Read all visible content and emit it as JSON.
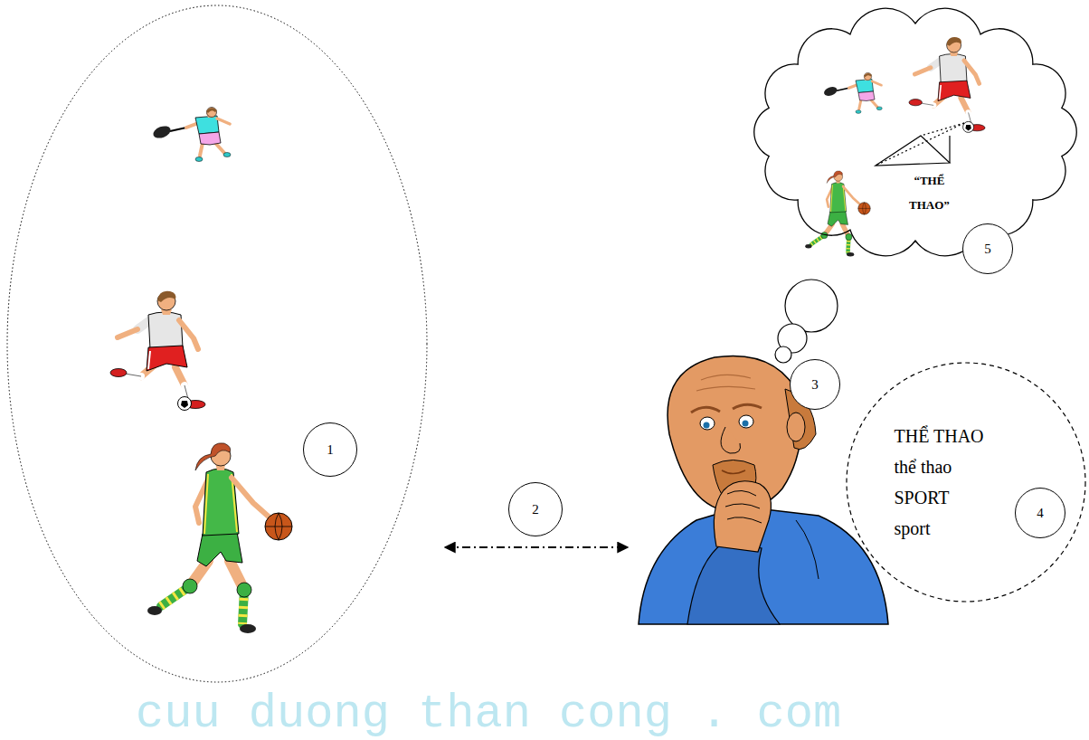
{
  "diagram": {
    "nodes": [
      {
        "text": [
          "“THỂ THAO”"
        ]
      },
      {
        "text": [
          "THỂ THAO",
          "thể thao",
          "SPORT",
          "sport"
        ]
      }
    ],
    "labels": [
      "1",
      "2",
      "3",
      "4",
      "5",
      "cuu duong than cong . com"
    ]
  }
}
